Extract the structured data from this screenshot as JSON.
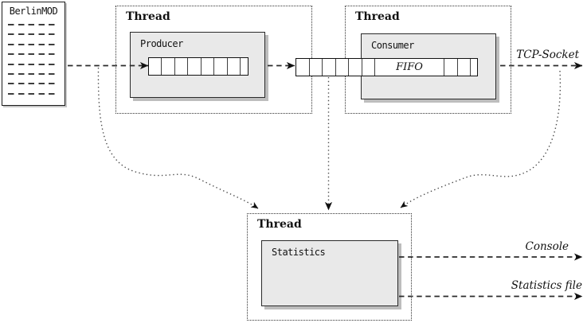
{
  "diagram": {
    "source_doc": {
      "title": "BerlinMOD",
      "dashed_rows": 8
    },
    "producer_thread": {
      "label": "Thread",
      "component": "Producer"
    },
    "producer_queue": {
      "cells": 7
    },
    "consumer_thread": {
      "label": "Thread",
      "component": "Consumer"
    },
    "fifo": {
      "label": "FIFO",
      "cells_before": 6,
      "cells_after": 2
    },
    "statistics_thread": {
      "label": "Thread",
      "component": "Statistics"
    },
    "labels": {
      "tcp_socket": "TCP-Socket",
      "console": "Console",
      "statistics_file": "Statistics file"
    },
    "colors": {
      "box_fill": "#e9e9e9",
      "box_shadow": "#bdbdbd",
      "dashed_line": "#2b2b2b",
      "dotted_line": "#4a4a4a",
      "arrowhead": "#111111"
    }
  }
}
